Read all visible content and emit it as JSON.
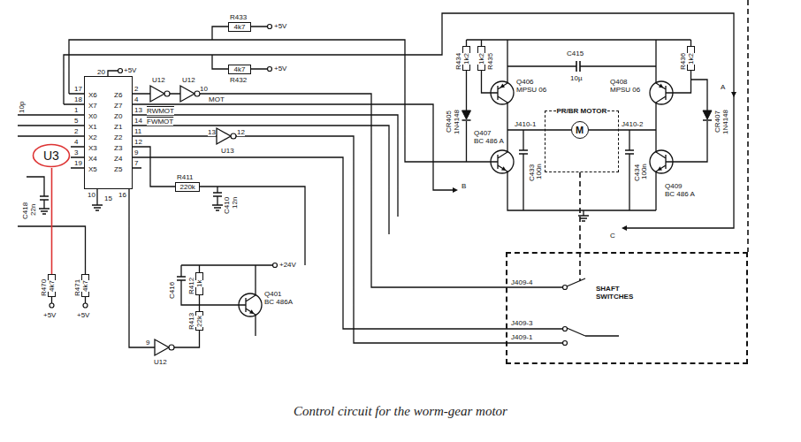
{
  "diagram": {
    "caption": "Control circuit for the worm-gear motor",
    "nodes": [
      {
        "text": [
          "R433",
          "4k7"
        ]
      },
      {
        "text": [
          "4k7",
          "R432"
        ]
      },
      {
        "text": [
          "U3"
        ]
      },
      {
        "text": [
          "X6",
          "Z6",
          "X7",
          "Z7",
          "X0",
          "Z0",
          "X1",
          "Z1",
          "X2",
          "Z2",
          "X3",
          "Z3",
          "X4",
          "Z4",
          "X5",
          "Z5"
        ]
      },
      {
        "text": [
          "R411",
          "220k"
        ]
      },
      {
        "text": [
          "R434",
          "1k2"
        ]
      },
      {
        "text": [
          "R435",
          "1k2"
        ]
      },
      {
        "text": [
          "R436",
          "1k2"
        ]
      },
      {
        "text": [
          "PR/BR MOTOR"
        ]
      },
      {
        "text": [
          "M"
        ],
        "in": 8
      },
      {
        "text": [
          "R470",
          "4k7"
        ]
      },
      {
        "text": [
          "R471",
          "4k7"
        ]
      },
      {
        "text": [
          "R412",
          "1k"
        ]
      },
      {
        "text": [
          "R413",
          "22k"
        ]
      },
      {
        "text": [
          "SHAFT SWITCHES"
        ]
      }
    ],
    "edges": [
      {
        "from": 3,
        "to": 14,
        "arrow": "none"
      }
    ],
    "labels": [
      "+5V",
      "+5V",
      "20",
      "+5V",
      "17",
      "18",
      "1",
      "5",
      "2",
      "4",
      "3",
      "19",
      "2",
      "4",
      "13",
      "14",
      "11",
      "12",
      "9",
      "7",
      "U12",
      "U12",
      "10",
      "MOT",
      "RWMOT",
      "FWMOT",
      "13",
      "12",
      "U13",
      "10p",
      "C418",
      "22n",
      "C410",
      "12n",
      "10",
      "15",
      "16",
      "+5V",
      "+5V",
      "+24V",
      "C416",
      "Q401",
      "BC 486A",
      "9",
      "U12",
      "Q406",
      "MPSU 06",
      "Q408",
      "MPSU 06",
      "C415",
      "10µ",
      "CR405",
      "1N4148",
      "J410-1",
      "J410-2",
      "Q407",
      "BC 486 A",
      "C433",
      "100n",
      "C434",
      "100n",
      "Q409",
      "BC 486 A",
      "CR407",
      "1N4148",
      "A",
      "B",
      "C",
      "J409-4",
      "J409-3",
      "J409-1"
    ]
  }
}
